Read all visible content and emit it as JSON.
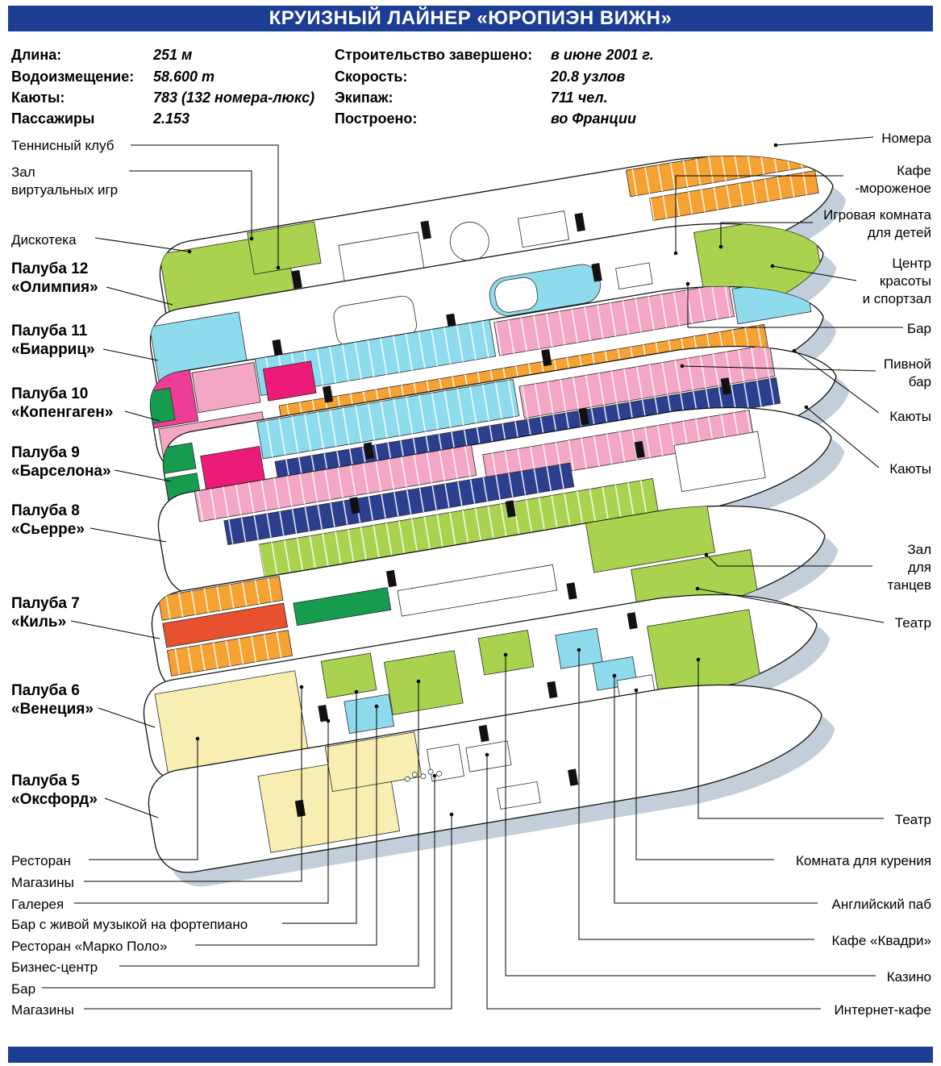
{
  "title": "КРУИЗНЫЙ ЛАЙНЕР «ЮРОПИЭН ВИЖН»",
  "specs": {
    "left": [
      {
        "label": "Длина:",
        "value": "251 м"
      },
      {
        "label": "Водоизмещение:",
        "value": "58.600 т"
      },
      {
        "label": "Каюты:",
        "value": "783 (132 номера-люкс)"
      },
      {
        "label": "Пассажиры",
        "value": "2.153"
      }
    ],
    "right": [
      {
        "label": "Строительство завершено:",
        "value": "в июне 2001 г."
      },
      {
        "label": "Скорость:",
        "value": "20.8 узлов"
      },
      {
        "label": "Экипаж:",
        "value": "711 чел."
      },
      {
        "label": "Построено:",
        "value": "во Франции"
      }
    ]
  },
  "decks": [
    {
      "number": "Палуба 12",
      "name": "«Олимпия»"
    },
    {
      "number": "Палуба 11",
      "name": "«Биарриц»"
    },
    {
      "number": "Палуба 10",
      "name": "«Копенгаген»"
    },
    {
      "number": "Палуба 9",
      "name": "«Барселона»"
    },
    {
      "number": "Палуба 8",
      "name": "«Сьерре»"
    },
    {
      "number": "Палуба 7",
      "name": "«Киль»"
    },
    {
      "number": "Палуба 6",
      "name": "«Венеция»"
    },
    {
      "number": "Палуба 5",
      "name": "«Оксфорд»"
    }
  ],
  "callouts": {
    "top_left": [
      "Теннисный клуб",
      "Зал\nвиртуальных игр",
      "Дискотека"
    ],
    "right": [
      "Номера",
      "Кафе\n-мороженое",
      "Игровая комната\nдля детей",
      "Центр\nкрасоты\nи спортзал",
      "Бар",
      "Пивной\nбар",
      "Каюты",
      "Каюты",
      "Зал\nдля\nтанцев",
      "Театр",
      "Театр",
      "Комната для курения",
      "Английский паб",
      "Кафе «Квадри»",
      "Казино",
      "Интернет-кафе"
    ],
    "bottom_left": [
      "Ресторан",
      "Магазины",
      "Галерея",
      "Бар с живой музыкой на фортепиано",
      "Ресторан «Марко Поло»",
      "Бизнес-центр",
      "Бар",
      "Магазины"
    ]
  },
  "colors": {
    "header_bg": "#1b3e94",
    "orange": "#f6a233",
    "red_orange": "#e8512f",
    "green": "#a9d34e",
    "dark_green": "#169c4f",
    "cyan": "#8edbed",
    "pink": "#f4a7c4",
    "magenta": "#ec1a78",
    "navy": "#2c3f8f",
    "pale_yellow": "#f8eeb2",
    "shadow": "#c2cfda"
  }
}
